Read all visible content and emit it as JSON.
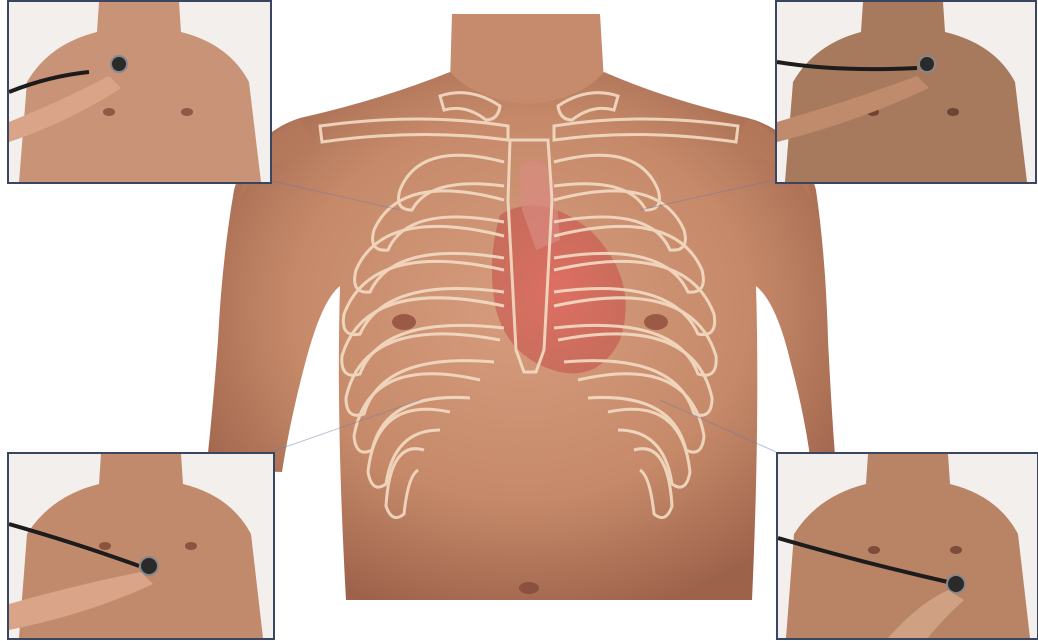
{
  "image": {
    "subject": "",
    "colors": {
      "skin": "#c98e6e",
      "skin_shadow": "#9c6047",
      "bone_outline": "#f3dcc4",
      "heart": "#d84d4b",
      "frame_border": "#3a4660",
      "stethoscope": "#1c1c1c"
    },
    "insets": [
      {
        "id": "top-left",
        "skin": "#c99378"
      },
      {
        "id": "top-right",
        "skin": "#a77a5e"
      },
      {
        "id": "bottom-left",
        "skin": "#c28a6c"
      },
      {
        "id": "bottom-right",
        "skin": "#b98466"
      }
    ]
  }
}
